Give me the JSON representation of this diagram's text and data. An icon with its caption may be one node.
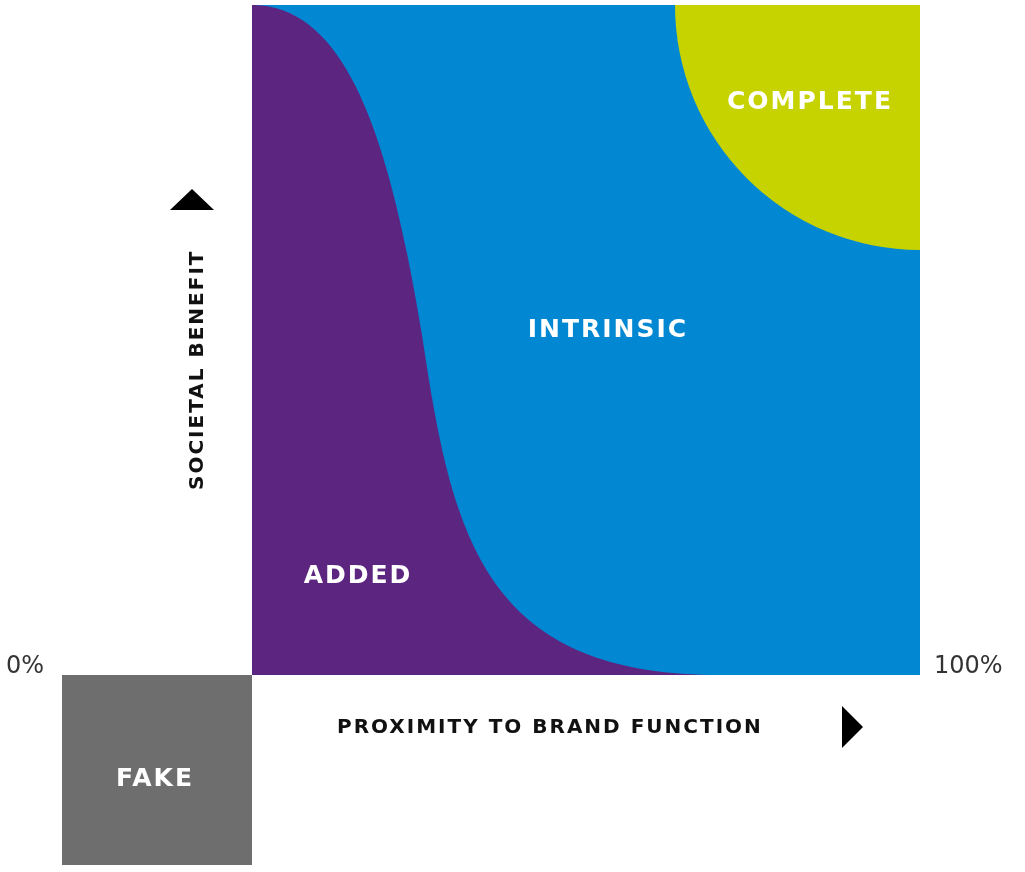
{
  "diagram": {
    "nodes": [
      {
        "text": [
          "INTRINSIC"
        ]
      },
      {
        "text": [
          "ADDED"
        ],
        "in": 0
      },
      {
        "text": [
          "COMPLETE"
        ],
        "in": 0
      },
      {
        "text": [
          "FAKE"
        ]
      }
    ],
    "labels": [
      "SOCIETAL BENEFIT",
      "0%",
      "100%",
      "PROXIMITY TO BRAND FUNCTION"
    ]
  }
}
